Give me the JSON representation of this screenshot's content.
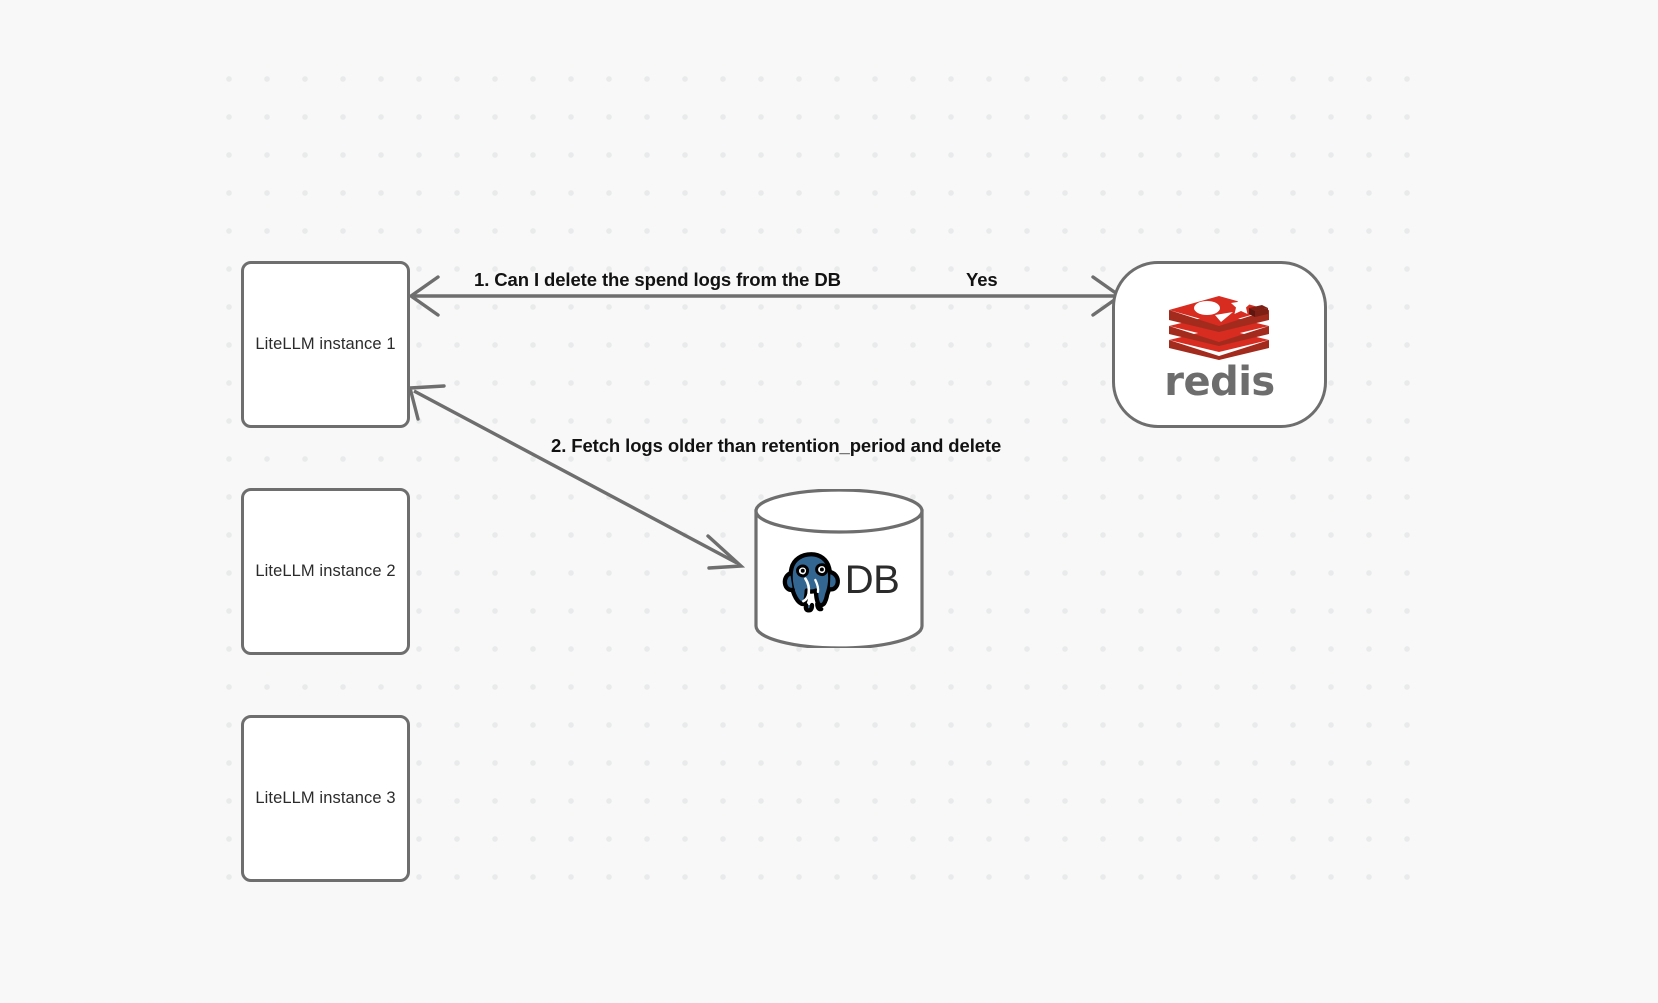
{
  "canvas": {
    "background_color": "#f8f8f8",
    "grid_dot_color": "#e9eaeb"
  },
  "nodes": [
    {
      "id": "litellm-1",
      "label": "LiteLLM instance 1",
      "type": "box"
    },
    {
      "id": "litellm-2",
      "label": "LiteLLM instance 2",
      "type": "box"
    },
    {
      "id": "litellm-3",
      "label": "LiteLLM instance 3",
      "type": "box"
    },
    {
      "id": "redis",
      "label": "redis",
      "type": "rounded-box",
      "brand_color": "#d82c20"
    },
    {
      "id": "db",
      "label": "DB",
      "type": "cylinder",
      "brand_color": "#336791"
    }
  ],
  "edges": [
    {
      "id": "edge-1",
      "from": "litellm-1",
      "to": "redis",
      "label": "1.  Can I delete the spend logs from the DB",
      "reply_label": "Yes",
      "arrow_color": "#6e6e6e",
      "bidirectional": true
    },
    {
      "id": "edge-2",
      "from": "litellm-1",
      "to": "db",
      "label": "2.  Fetch logs older than retention_period and delete",
      "arrow_color": "#6e6e6e",
      "bidirectional": true
    }
  ],
  "labels": {
    "litellm_1": "LiteLLM instance 1",
    "litellm_2": "LiteLLM instance 2",
    "litellm_3": "LiteLLM instance 3",
    "redis_wordmark": "redis",
    "db_text": "DB",
    "edge_1": "1.  Can I delete the spend logs from the DB",
    "edge_1_reply": "Yes",
    "edge_2": "2.  Fetch logs older than retention_period and delete"
  }
}
